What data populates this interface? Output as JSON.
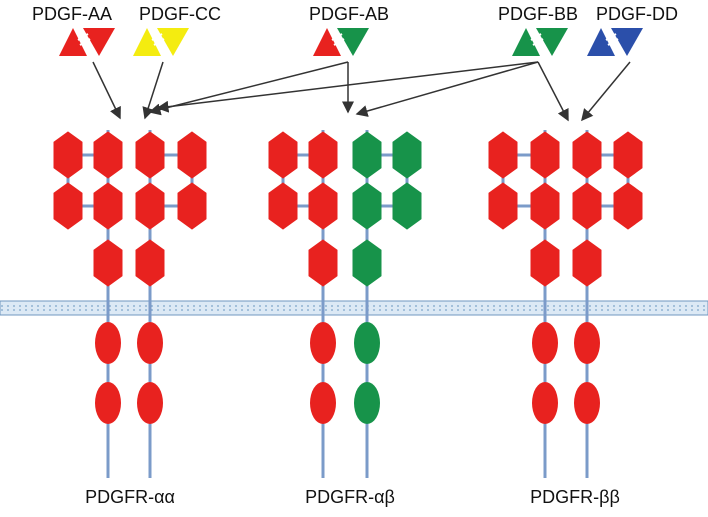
{
  "ligands": [
    {
      "id": "aa",
      "label": "PDGF-AA",
      "colors": [
        "#e8221f",
        "#e8221f"
      ]
    },
    {
      "id": "cc",
      "label": "PDGF-CC",
      "colors": [
        "#f4ec10",
        "#f4ec10"
      ]
    },
    {
      "id": "ab",
      "label": "PDGF-AB",
      "colors": [
        "#e8221f",
        "#17934a"
      ]
    },
    {
      "id": "bb",
      "label": "PDGF-BB",
      "colors": [
        "#17934a",
        "#17934a"
      ]
    },
    {
      "id": "dd",
      "label": "PDGF-DD",
      "colors": [
        "#2b4faa",
        "#2b4faa"
      ]
    }
  ],
  "receptors": [
    {
      "id": "aa",
      "label": "PDGFR-αα",
      "chains": [
        "alpha",
        "alpha"
      ]
    },
    {
      "id": "ab",
      "label": "PDGFR-αβ",
      "chains": [
        "alpha",
        "beta"
      ]
    },
    {
      "id": "bb",
      "label": "PDGFR-ββ",
      "chains": [
        "beta",
        "beta"
      ]
    }
  ],
  "colors": {
    "alpha": "#e8221f",
    "beta_receptor_in_ab": "#17934a",
    "membrane_fill": "#dce9f5",
    "membrane_dots": "#7aa2c8",
    "stalk": "#7b9bc9",
    "arrow": "#333333"
  }
}
